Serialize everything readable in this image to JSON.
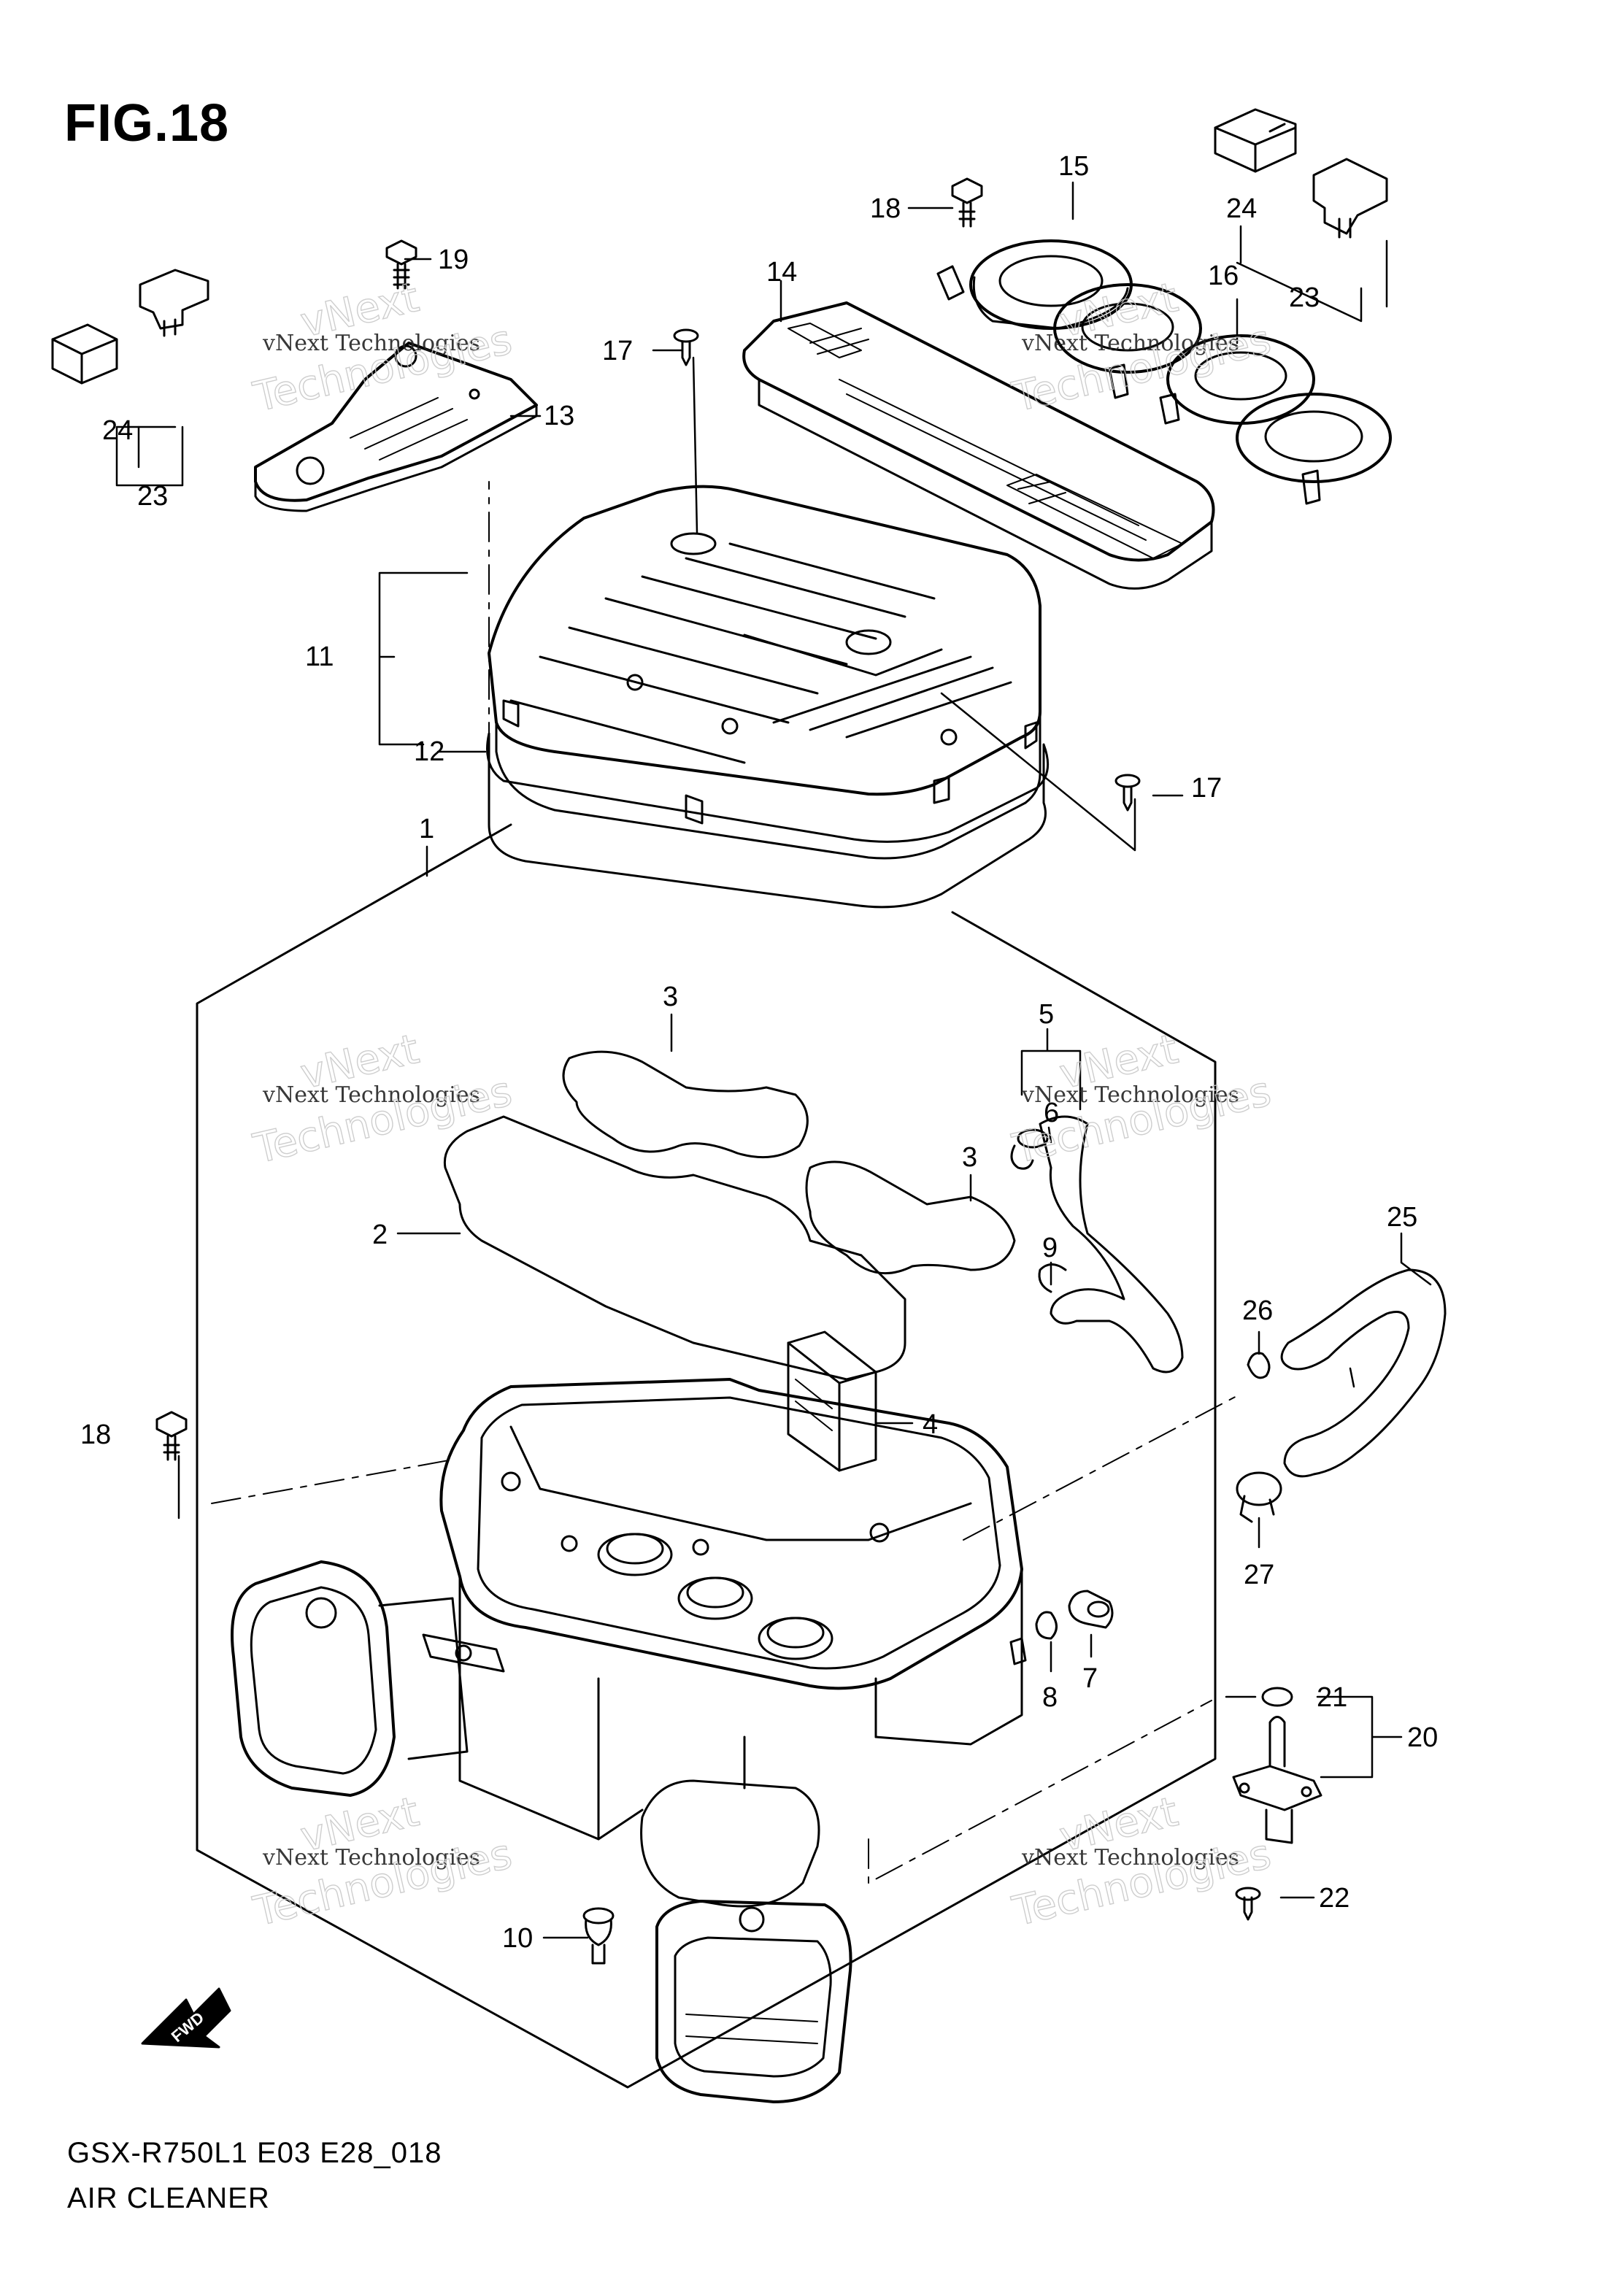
{
  "figure": {
    "title": "FIG.18",
    "code": "GSX-R750L1 E03 E28_018",
    "name": "AIR CLEANER"
  },
  "fwd_label": "FWD",
  "watermark": {
    "line1": "vNext Technologies",
    "line2": "Technologies",
    "line3": "vNext"
  },
  "callouts": [
    {
      "id": "c1",
      "label": "1"
    },
    {
      "id": "c2",
      "label": "2"
    },
    {
      "id": "c3a",
      "label": "3"
    },
    {
      "id": "c3b",
      "label": "3"
    },
    {
      "id": "c4",
      "label": "4"
    },
    {
      "id": "c5",
      "label": "5"
    },
    {
      "id": "c6",
      "label": "6"
    },
    {
      "id": "c7",
      "label": "7"
    },
    {
      "id": "c8",
      "label": "8"
    },
    {
      "id": "c9",
      "label": "9"
    },
    {
      "id": "c10",
      "label": "10"
    },
    {
      "id": "c11",
      "label": "11"
    },
    {
      "id": "c12",
      "label": "12"
    },
    {
      "id": "c13",
      "label": "13"
    },
    {
      "id": "c14",
      "label": "14"
    },
    {
      "id": "c15",
      "label": "15"
    },
    {
      "id": "c16",
      "label": "16"
    },
    {
      "id": "c17a",
      "label": "17"
    },
    {
      "id": "c17b",
      "label": "17"
    },
    {
      "id": "c18a",
      "label": "18"
    },
    {
      "id": "c18b",
      "label": "18"
    },
    {
      "id": "c19",
      "label": "19"
    },
    {
      "id": "c20",
      "label": "20"
    },
    {
      "id": "c21",
      "label": "21"
    },
    {
      "id": "c22",
      "label": "22"
    },
    {
      "id": "c23a",
      "label": "23"
    },
    {
      "id": "c23b",
      "label": "23"
    },
    {
      "id": "c24a",
      "label": "24"
    },
    {
      "id": "c24b",
      "label": "24"
    },
    {
      "id": "c25",
      "label": "25"
    },
    {
      "id": "c26",
      "label": "26"
    },
    {
      "id": "c27",
      "label": "27"
    }
  ]
}
